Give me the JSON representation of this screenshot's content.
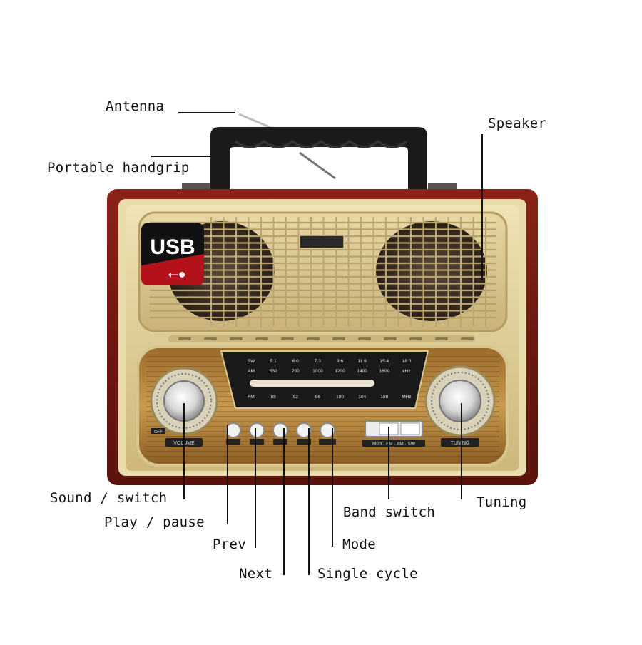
{
  "callouts": {
    "antenna": "Antenna",
    "handgrip": "Portable handgrip",
    "speaker": "Speaker",
    "sound_switch": "Sound / switch",
    "play_pause": "Play / pause",
    "prev": "Prev",
    "next": "Next",
    "single_cycle": "Single cycle",
    "mode": "Mode",
    "band_switch": "Band switch",
    "tuning": "Tuning"
  },
  "device": {
    "usb_badge": "USB",
    "volume_label": "VOLUME",
    "tuning_label": "TUNING",
    "off_label": "OFF",
    "band_labels": "MP3 · FM · AM · SW",
    "dial_scale": {
      "sw_row": [
        "SW",
        "5.1",
        "6.0",
        "7.3",
        "9.6",
        "11.6",
        "15.4",
        "18.0"
      ],
      "am_row": [
        "AM",
        "530",
        "700",
        "1000",
        "1200",
        "1400",
        "1600",
        "kHz"
      ],
      "fm_row": [
        "FM",
        "88",
        "92",
        "96",
        "100",
        "104",
        "108",
        "MHz"
      ]
    }
  },
  "colors": {
    "wood": "#7a1c14",
    "gold_panel": "#d9c68e",
    "line": "#111111"
  }
}
